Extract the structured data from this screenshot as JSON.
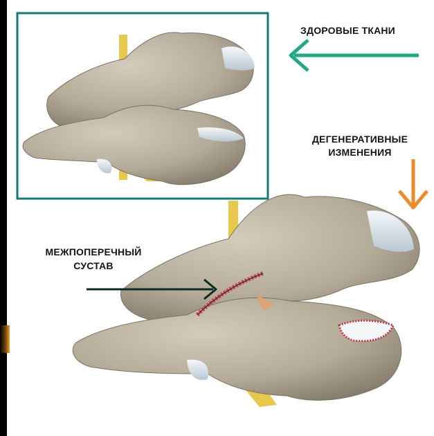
{
  "labels": {
    "healthy": "ЗДОРОВЫЕ ТКАНИ",
    "degenerative_line1": "ДЕГЕНЕРАТИВНЫЕ",
    "degenerative_line2": "ИЗМЕНЕНИЯ",
    "joint_line1": "МЕЖПОПЕРЕЧНЫЙ",
    "joint_line2": "СУСТАВ"
  },
  "colors": {
    "inset_border": "#127c72",
    "arrow_green": "#1fa984",
    "arrow_orange": "#ef8a2a",
    "arrow_dark": "#0e2a22",
    "bone": "#b9b09e",
    "bone_dark": "#8f8676",
    "nerve": "#e6c84e",
    "disc": "#e4ecf1",
    "inflammation": "#c2364a"
  }
}
